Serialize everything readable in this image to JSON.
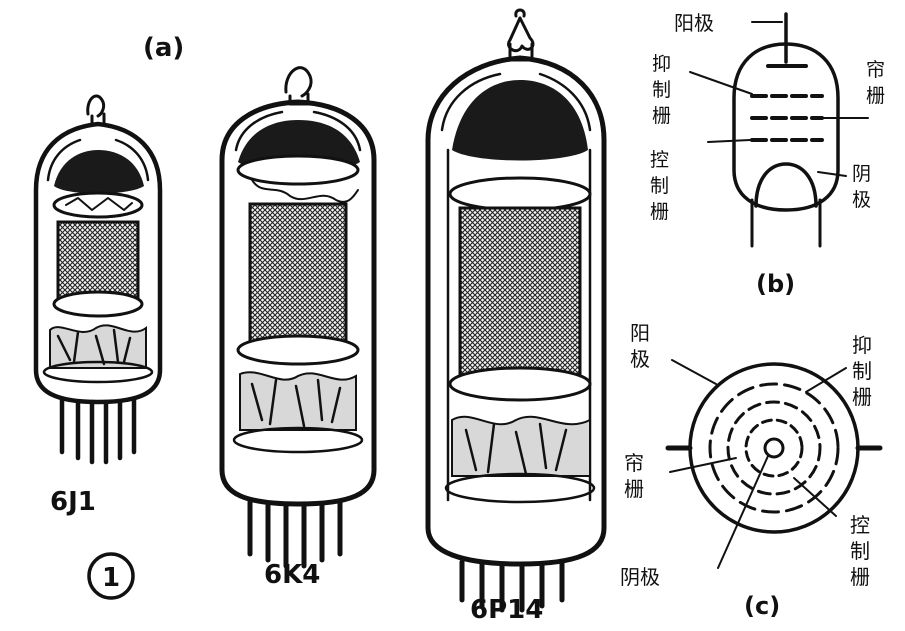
{
  "figure": {
    "panel_a": "(a)",
    "panel_b": "(b)",
    "panel_c": "(c)",
    "figure_number": "1"
  },
  "tubes": [
    {
      "name": "6J1"
    },
    {
      "name": "6K4"
    },
    {
      "name": "6P14"
    }
  ],
  "diagram_b": {
    "plate": "阳极",
    "suppressor_grid": [
      "抑",
      "制",
      "栅"
    ],
    "screen_grid": [
      "帘",
      "栅"
    ],
    "control_grid": [
      "控",
      "制",
      "栅"
    ],
    "cathode": [
      "阴",
      "极"
    ]
  },
  "diagram_c": {
    "plate": [
      "阳",
      "极"
    ],
    "suppressor_grid": [
      "抑",
      "制",
      "栅"
    ],
    "screen_grid": [
      "帘",
      "栅"
    ],
    "control_grid": [
      "控",
      "制",
      "栅"
    ],
    "cathode": "阴极"
  }
}
